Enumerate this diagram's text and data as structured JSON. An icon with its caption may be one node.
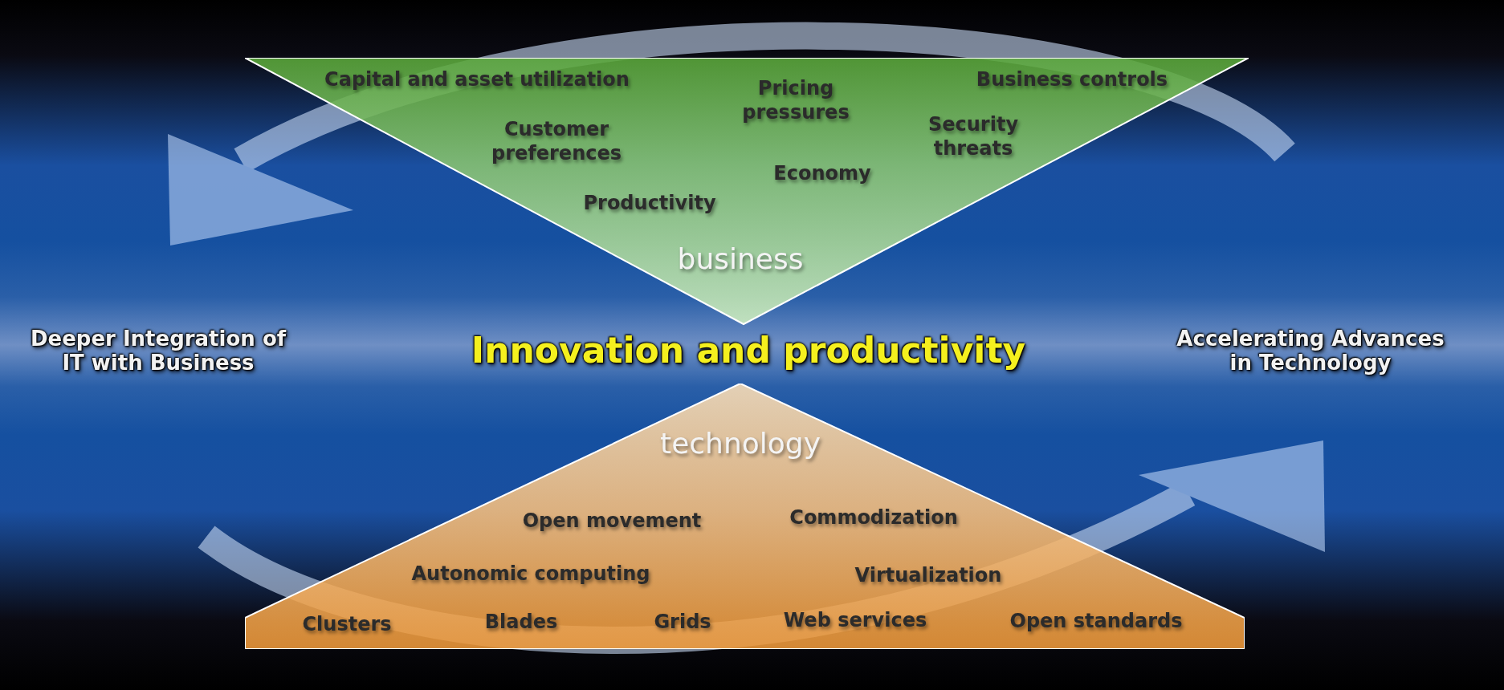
{
  "diagram": {
    "nodes": [
      {
        "text": [
          "Capital and asset utilization",
          "Pricing pressures",
          "Business controls",
          "Customer preferences",
          "Security threats",
          "Economy",
          "Productivity",
          "business"
        ]
      },
      {
        "text": [
          "technology",
          "Open movement",
          "Commodization",
          "Autonomic computing",
          "Virtualization",
          "Clusters",
          "Blades",
          "Grids",
          "Web services",
          "Open standards"
        ]
      }
    ],
    "labels": [
      "Deeper Integration of IT with Business",
      "Innovation and productivity",
      "Accelerating Advances in Technology"
    ]
  }
}
